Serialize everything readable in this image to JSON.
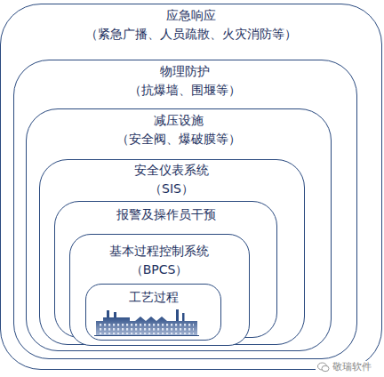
{
  "diagram": {
    "nodes": [
      {
        "text": [
          "应急响应",
          "（紧急广播、人员疏散、火灾消防等）"
        ]
      },
      {
        "text": [
          "物理防护",
          "（抗爆墙、围堰等）"
        ],
        "in": 0
      },
      {
        "text": [
          "减压设施",
          "（安全阀、爆破膜等）"
        ],
        "in": 1
      },
      {
        "text": [
          "安全仪表系统",
          "（SIS）"
        ],
        "in": 2
      },
      {
        "text": [
          "报警及操作员干预"
        ],
        "in": 3
      },
      {
        "text": [
          "基本过程控制系统",
          "（BPCS）"
        ],
        "in": 4
      },
      {
        "text": [
          "工艺过程"
        ],
        "in": 5
      }
    ],
    "labels": [
      "敬瑞软件"
    ]
  }
}
